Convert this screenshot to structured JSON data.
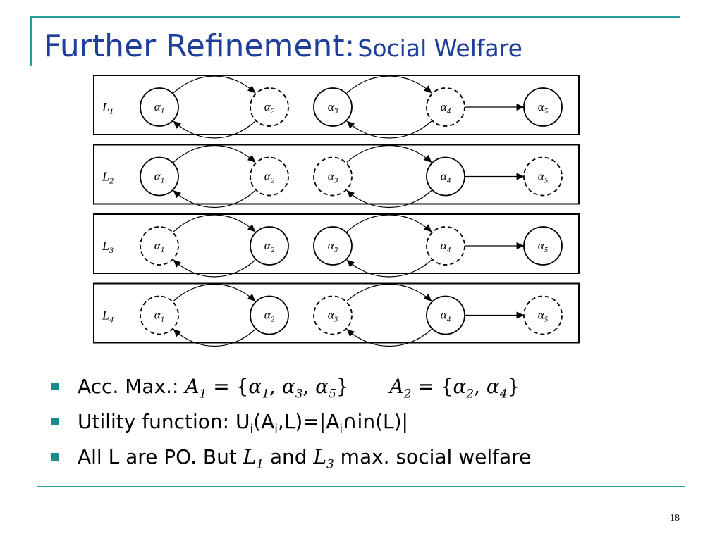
{
  "slide": {
    "title_main": "Further Refinement:",
    "title_sub": "Social Welfare",
    "page_number": "18"
  },
  "diagram": {
    "labellings": [
      {
        "label": "L",
        "label_sub": "1",
        "nodes": [
          {
            "sym": "α",
            "sub": "1",
            "style": "solid"
          },
          {
            "sym": "α",
            "sub": "2",
            "style": "dashed"
          },
          {
            "sym": "α",
            "sub": "3",
            "style": "solid"
          },
          {
            "sym": "α",
            "sub": "4",
            "style": "dashed"
          },
          {
            "sym": "α",
            "sub": "5",
            "style": "solid"
          }
        ]
      },
      {
        "label": "L",
        "label_sub": "2",
        "nodes": [
          {
            "sym": "α",
            "sub": "1",
            "style": "solid"
          },
          {
            "sym": "α",
            "sub": "2",
            "style": "dashed"
          },
          {
            "sym": "α",
            "sub": "3",
            "style": "dashed"
          },
          {
            "sym": "α",
            "sub": "4",
            "style": "solid"
          },
          {
            "sym": "α",
            "sub": "5",
            "style": "dashed"
          }
        ]
      },
      {
        "label": "L",
        "label_sub": "3",
        "nodes": [
          {
            "sym": "α",
            "sub": "1",
            "style": "dashed"
          },
          {
            "sym": "α",
            "sub": "2",
            "style": "solid"
          },
          {
            "sym": "α",
            "sub": "3",
            "style": "solid"
          },
          {
            "sym": "α",
            "sub": "4",
            "style": "dashed"
          },
          {
            "sym": "α",
            "sub": "5",
            "style": "solid"
          }
        ]
      },
      {
        "label": "L",
        "label_sub": "4",
        "nodes": [
          {
            "sym": "α",
            "sub": "1",
            "style": "dashed"
          },
          {
            "sym": "α",
            "sub": "2",
            "style": "solid"
          },
          {
            "sym": "α",
            "sub": "3",
            "style": "dashed"
          },
          {
            "sym": "α",
            "sub": "4",
            "style": "solid"
          },
          {
            "sym": "α",
            "sub": "5",
            "style": "dashed"
          }
        ]
      }
    ],
    "edges": [
      {
        "from": 0,
        "to": 1,
        "kind": "curve-top"
      },
      {
        "from": 1,
        "to": 0,
        "kind": "curve-bottom"
      },
      {
        "from": 2,
        "to": 3,
        "kind": "curve-top"
      },
      {
        "from": 3,
        "to": 2,
        "kind": "curve-bottom"
      },
      {
        "from": 3,
        "to": 4,
        "kind": "straight"
      }
    ]
  },
  "bullets": {
    "b1": {
      "label": "Acc. Max.:",
      "a1_var": "A",
      "a1_sub": "1",
      "a1_open": " = {",
      "a1_x1": "α",
      "a1_x1_sub": "1",
      "a1_sep1": ", ",
      "a1_x2": "α",
      "a1_x2_sub": "3",
      "a1_sep2": ", ",
      "a1_x3": "α",
      "a1_x3_sub": "5",
      "a1_close": "}",
      "a2_var": "A",
      "a2_sub": "2",
      "a2_open": " = {",
      "a2_x1": "α",
      "a2_x1_sub": "2",
      "a2_sep1": ", ",
      "a2_x2": "α",
      "a2_x2_sub": "4",
      "a2_close": "}"
    },
    "b2": {
      "text1": "Utility function: U",
      "sub1": "i",
      "text2": "(A",
      "sub2": "i",
      "text3": ",L)=|A",
      "sub3": "i",
      "text4": "∩in(L)|"
    },
    "b3": {
      "text1": "All L are PO. But ",
      "l1_var": "L",
      "l1_sub": "1",
      "text2": " and ",
      "l3_var": "L",
      "l3_sub": "3",
      "text3": " max. social welfare"
    }
  }
}
